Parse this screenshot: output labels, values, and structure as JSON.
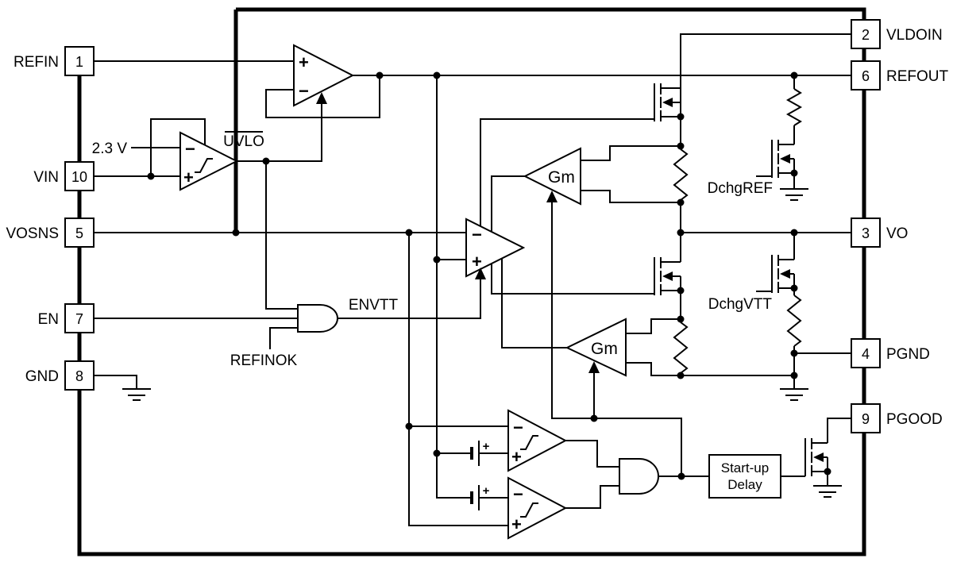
{
  "diagram": {
    "pins": {
      "left": [
        {
          "name": "REFIN",
          "number": "1"
        },
        {
          "name": "VIN",
          "number": "10"
        },
        {
          "name": "VOSNS",
          "number": "5"
        },
        {
          "name": "EN",
          "number": "7"
        },
        {
          "name": "GND",
          "number": "8"
        }
      ],
      "right": [
        {
          "name": "VLDOIN",
          "number": "2"
        },
        {
          "name": "REFOUT",
          "number": "6"
        },
        {
          "name": "VO",
          "number": "3"
        },
        {
          "name": "PGND",
          "number": "4"
        },
        {
          "name": "PGOOD",
          "number": "9"
        }
      ]
    },
    "labels": {
      "vref": "2.3 V",
      "uvlo": "UVLO",
      "envtt": "ENVTT",
      "refinok": "REFINOK",
      "gm": "Gm",
      "dchgref": "DchgREF",
      "dchgvtt": "DchgVTT",
      "startup_line1": "Start-up",
      "startup_line2": "Delay"
    },
    "signs": {
      "plus": "+",
      "minus": "−"
    },
    "colors": {
      "line": "#000000",
      "background": "#ffffff"
    }
  }
}
